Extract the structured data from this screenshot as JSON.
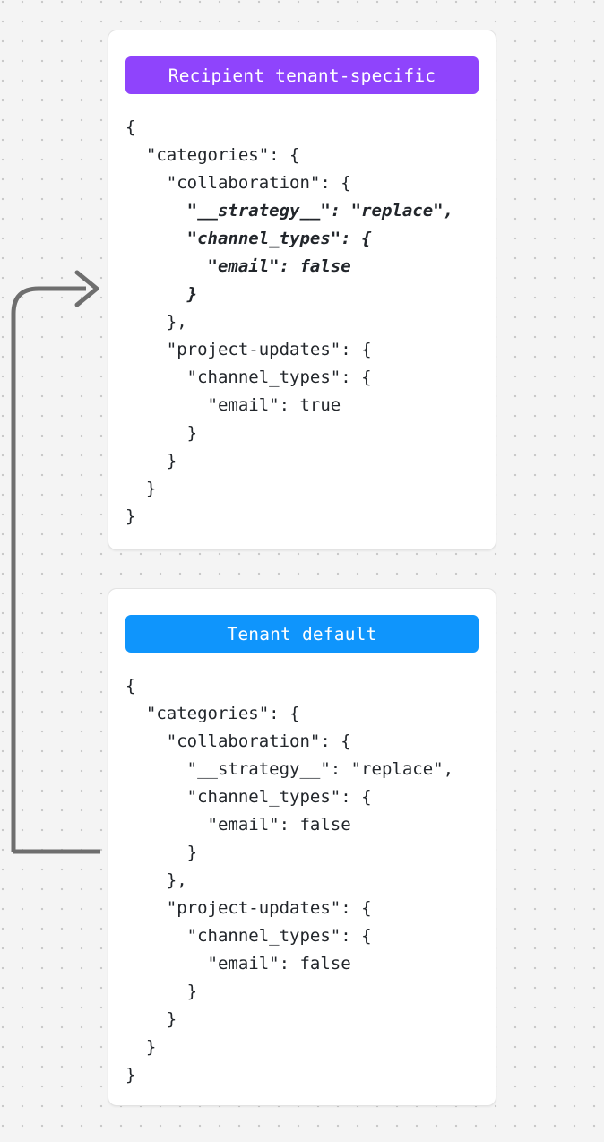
{
  "page": {
    "background_color": "#f4f4f4",
    "dot_color": "#c9c9c9"
  },
  "connector": {
    "name": "override-flow-arrow",
    "color": "#6e6e6e",
    "direction": "tenant-default-to-recipient-tenant-specific"
  },
  "cards": [
    {
      "id": "recipient-tenant-specific",
      "header": {
        "label": "Recipient tenant-specific",
        "background_color": "#8f44fc",
        "text_color": "#ffffff"
      },
      "code_lines": [
        {
          "text": "{",
          "highlight": false
        },
        {
          "text": "  \"categories\": {",
          "highlight": false
        },
        {
          "text": "    \"collaboration\": {",
          "highlight": false
        },
        {
          "text": "      \"__strategy__\": \"replace\",",
          "highlight": true
        },
        {
          "text": "      \"channel_types\": {",
          "highlight": true
        },
        {
          "text": "        \"email\": false",
          "highlight": true
        },
        {
          "text": "      }",
          "highlight": true
        },
        {
          "text": "    },",
          "highlight": false
        },
        {
          "text": "    \"project-updates\": {",
          "highlight": false
        },
        {
          "text": "      \"channel_types\": {",
          "highlight": false
        },
        {
          "text": "        \"email\": true",
          "highlight": false
        },
        {
          "text": "      }",
          "highlight": false
        },
        {
          "text": "    }",
          "highlight": false
        },
        {
          "text": "  }",
          "highlight": false
        },
        {
          "text": "}",
          "highlight": false
        }
      ]
    },
    {
      "id": "tenant-default",
      "header": {
        "label": "Tenant default",
        "background_color": "#0f95fc",
        "text_color": "#ffffff"
      },
      "code_lines": [
        {
          "text": "{",
          "highlight": false
        },
        {
          "text": "  \"categories\": {",
          "highlight": false
        },
        {
          "text": "    \"collaboration\": {",
          "highlight": false
        },
        {
          "text": "      \"__strategy__\": \"replace\",",
          "highlight": false
        },
        {
          "text": "      \"channel_types\": {",
          "highlight": false
        },
        {
          "text": "        \"email\": false",
          "highlight": false
        },
        {
          "text": "      }",
          "highlight": false
        },
        {
          "text": "    },",
          "highlight": false
        },
        {
          "text": "    \"project-updates\": {",
          "highlight": false
        },
        {
          "text": "      \"channel_types\": {",
          "highlight": false
        },
        {
          "text": "        \"email\": false",
          "highlight": false
        },
        {
          "text": "      }",
          "highlight": false
        },
        {
          "text": "    }",
          "highlight": false
        },
        {
          "text": "  }",
          "highlight": false
        },
        {
          "text": "}",
          "highlight": false
        }
      ]
    }
  ]
}
